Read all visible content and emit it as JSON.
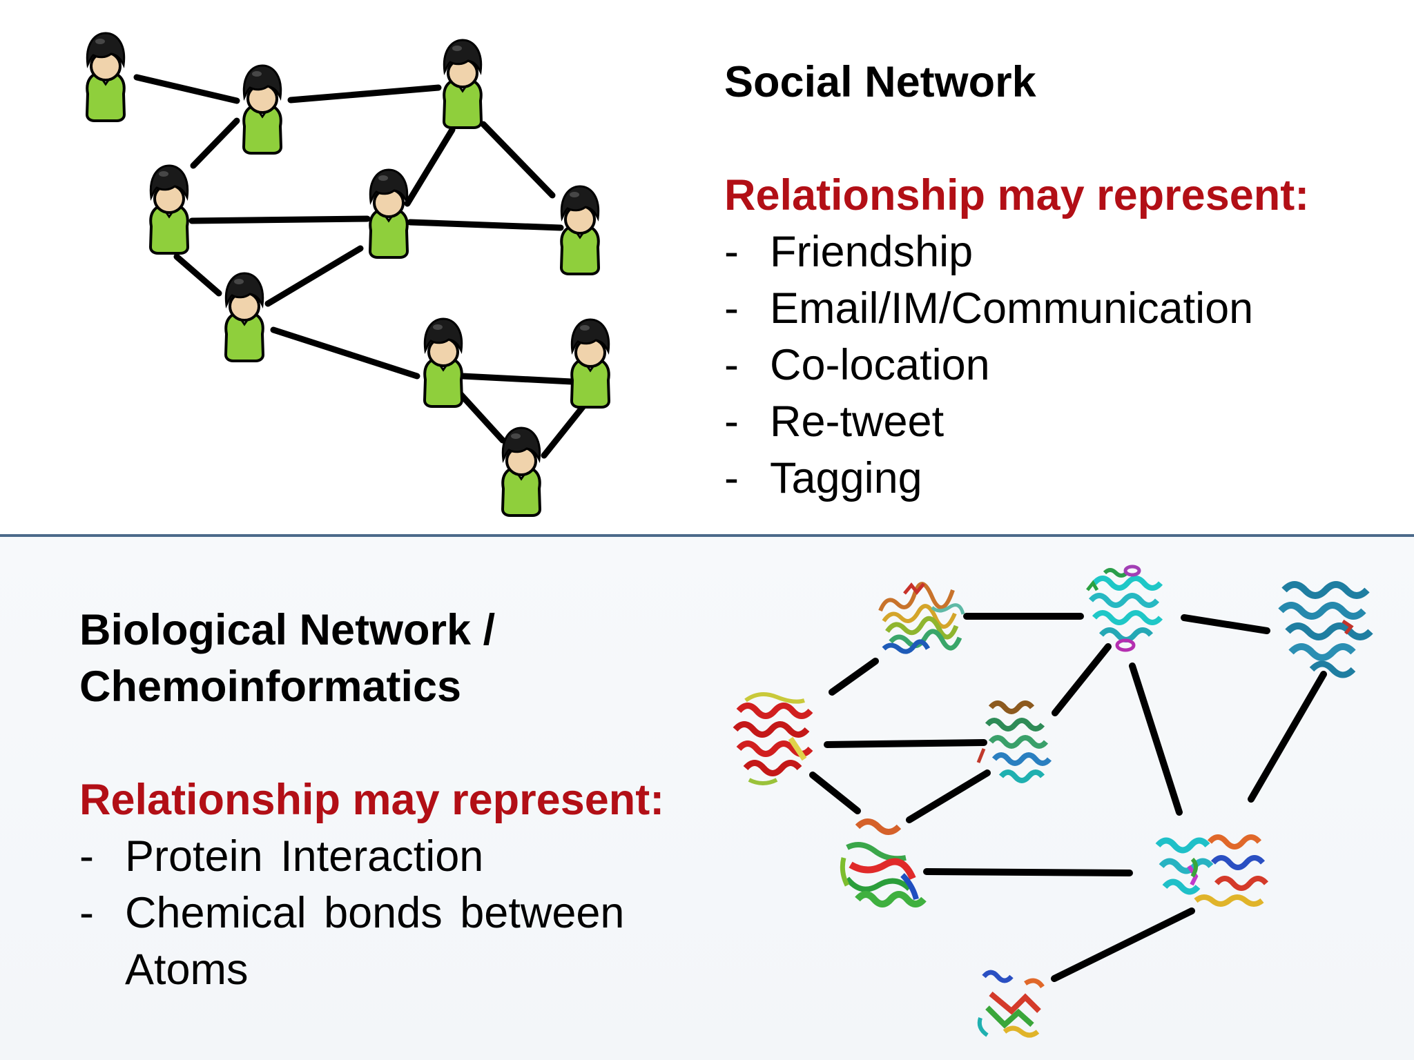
{
  "social": {
    "heading": "Social Network",
    "relationship_heading": "Relationship may represent:",
    "items": [
      "Friendship",
      "Email/IM/Communication",
      "Co-location",
      "Re-tweet",
      "Tagging"
    ]
  },
  "biological": {
    "heading_line1": "Biological Network /",
    "heading_line2": "Chemoinformatics",
    "relationship_heading": "Relationship may represent:",
    "items": [
      "Protein Interaction",
      "Chemical bonds between",
      "Atoms"
    ]
  },
  "bullet_symbol": "-",
  "colors": {
    "relationship_heading": "#b20f16",
    "divider": "#4c6a8a",
    "person_body": "#8fcf3c",
    "person_head": "#1a1a1a",
    "person_face": "#f0d3ac",
    "edge": "#000000"
  },
  "icons": {
    "person": "person-icon",
    "protein": "protein-structure-icon"
  }
}
